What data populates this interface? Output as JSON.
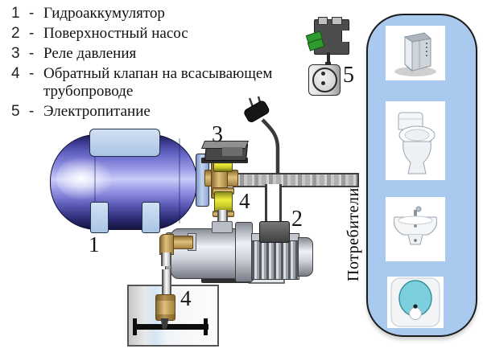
{
  "legend": {
    "items": [
      {
        "num": "1",
        "dash": "-",
        "label": "Гидроаккумулятор"
      },
      {
        "num": "2",
        "dash": "-",
        "label": "Поверхностный насос"
      },
      {
        "num": "3",
        "dash": "-",
        "label": "Реле давления"
      },
      {
        "num": "4",
        "dash": "-",
        "label": "Обратный клапан на всасывающем трубопроводе"
      },
      {
        "num": "5",
        "dash": "-",
        "label": "Электропитание"
      }
    ]
  },
  "diagram": {
    "labels": {
      "tank": "1",
      "pump": "2",
      "relay": "3",
      "check_valve_upper": "4",
      "check_valve_well": "4",
      "power": "5"
    },
    "consumers_panel": {
      "title": "Потребители",
      "items": [
        {
          "name": "shower-cabin"
        },
        {
          "name": "toilet"
        },
        {
          "name": "washbasin"
        },
        {
          "name": "water-heater"
        }
      ]
    }
  },
  "colors": {
    "panel_blue": "#a9c9ee",
    "tank_blue": "#5c5cba",
    "bracket_blue": "#b9d3ef",
    "brass": "#c9a35a",
    "valve_yellow": "#d9d92a",
    "pipe_gray": "#b5b5b5",
    "relay_gray": "#474747",
    "terminal_green": "#2f9b2f"
  }
}
